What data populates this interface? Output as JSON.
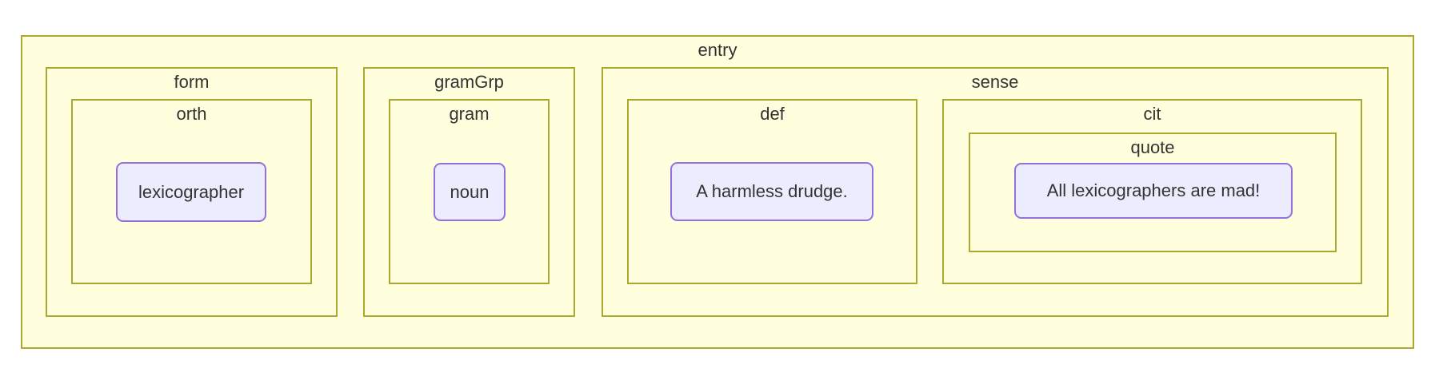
{
  "diagram": {
    "type": "nested-block-diagram",
    "colors": {
      "background": "#ffffff",
      "cluster_fill": "#ffffde",
      "cluster_border": "#aaaa33",
      "node_fill": "#ececff",
      "node_border": "#9370db",
      "text": "#333333"
    },
    "root": {
      "label": "entry",
      "children": [
        {
          "label": "form",
          "children": [
            {
              "label": "orth",
              "value": "lexicographer"
            }
          ]
        },
        {
          "label": "gramGrp",
          "children": [
            {
              "label": "gram",
              "value": "noun"
            }
          ]
        },
        {
          "label": "sense",
          "children": [
            {
              "label": "def",
              "value": "A harmless drudge."
            },
            {
              "label": "cit",
              "children": [
                {
                  "label": "quote",
                  "value": "All lexicographers are mad!"
                }
              ]
            }
          ]
        }
      ]
    }
  }
}
